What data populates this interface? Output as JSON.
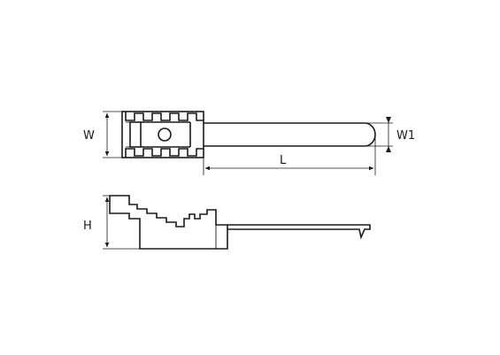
{
  "diagram": {
    "labels": {
      "width": "W",
      "width_tip": "W1",
      "length": "L",
      "height": "H"
    },
    "colors": {
      "stroke": "#1a1a1a",
      "background": "#ffffff"
    }
  }
}
